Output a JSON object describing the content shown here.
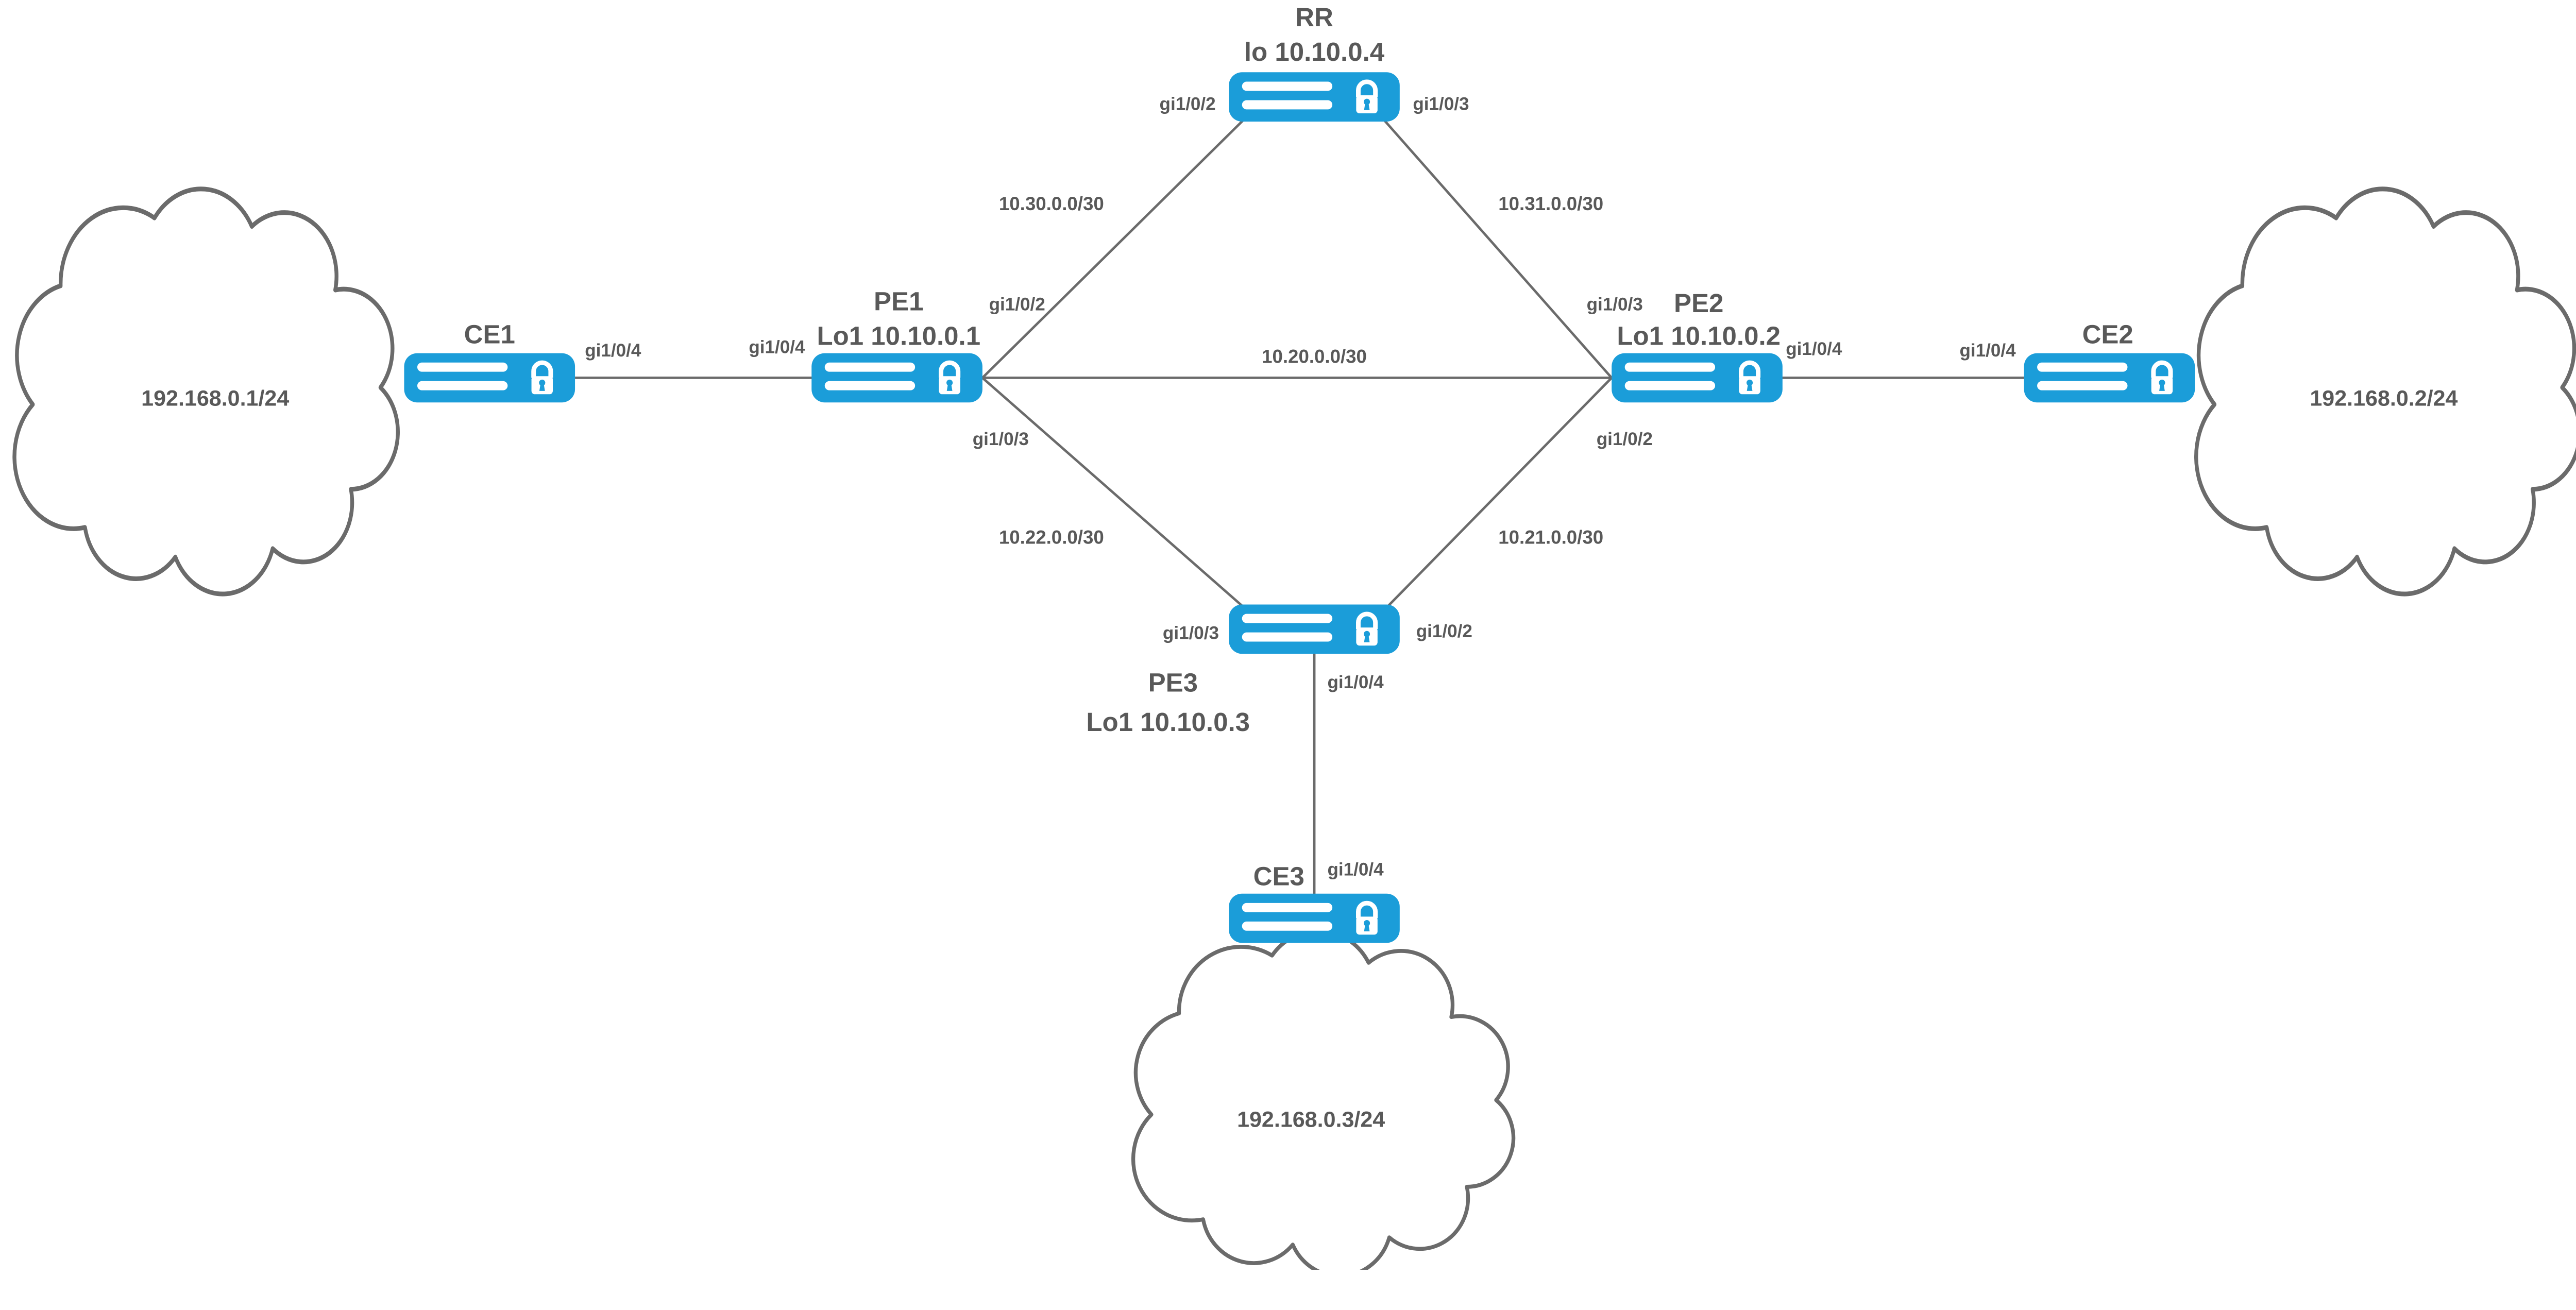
{
  "colors": {
    "router_fill": "#1b9dd9",
    "node_text": "#595959",
    "link_line": "#6b6b6b",
    "cloud_stroke": "#6b6b6b",
    "icon_detail": "#ffffff"
  },
  "nodes": [
    {
      "id": "rr",
      "name": "RR",
      "loopback": "lo 10.10.0.4"
    },
    {
      "id": "pe1",
      "name": "PE1",
      "loopback": "Lo1 10.10.0.1"
    },
    {
      "id": "pe2",
      "name": "PE2",
      "loopback": "Lo1 10.10.0.2"
    },
    {
      "id": "pe3",
      "name": "PE3",
      "loopback": "Lo1 10.10.0.3"
    },
    {
      "id": "ce1",
      "name": "CE1"
    },
    {
      "id": "ce2",
      "name": "CE2"
    },
    {
      "id": "ce3",
      "name": "CE3"
    }
  ],
  "links": [
    {
      "from": "PE1",
      "to": "RR",
      "network": "10.30.0.0/30",
      "from_port": "gi1/0/2",
      "to_port": "gi1/0/2"
    },
    {
      "from": "RR",
      "to": "PE2",
      "network": "10.31.0.0/30",
      "from_port": "gi1/0/3",
      "to_port": "gi1/0/3"
    },
    {
      "from": "PE1",
      "to": "PE2",
      "network": "10.20.0.0/30"
    },
    {
      "from": "PE1",
      "to": "PE3",
      "network": "10.22.0.0/30",
      "from_port": "gi1/0/3",
      "to_port": "gi1/0/3"
    },
    {
      "from": "PE3",
      "to": "PE2",
      "network": "10.21.0.0/30",
      "from_port": "gi1/0/2",
      "to_port": "gi1/0/2"
    },
    {
      "from": "CE1",
      "to": "PE1",
      "from_port": "gi1/0/4",
      "to_port": "gi1/0/4"
    },
    {
      "from": "PE2",
      "to": "CE2",
      "from_port": "gi1/0/4",
      "to_port": "gi1/0/4"
    },
    {
      "from": "PE3",
      "to": "CE3",
      "from_port": "gi1/0/4",
      "to_port": "gi1/0/4"
    }
  ],
  "clouds": [
    {
      "id": "cloud-left",
      "label": "192.168.0.1/24"
    },
    {
      "id": "cloud-right",
      "label": "192.168.0.2/24"
    },
    {
      "id": "cloud-bottom",
      "label": "192.168.0.3/24"
    }
  ]
}
